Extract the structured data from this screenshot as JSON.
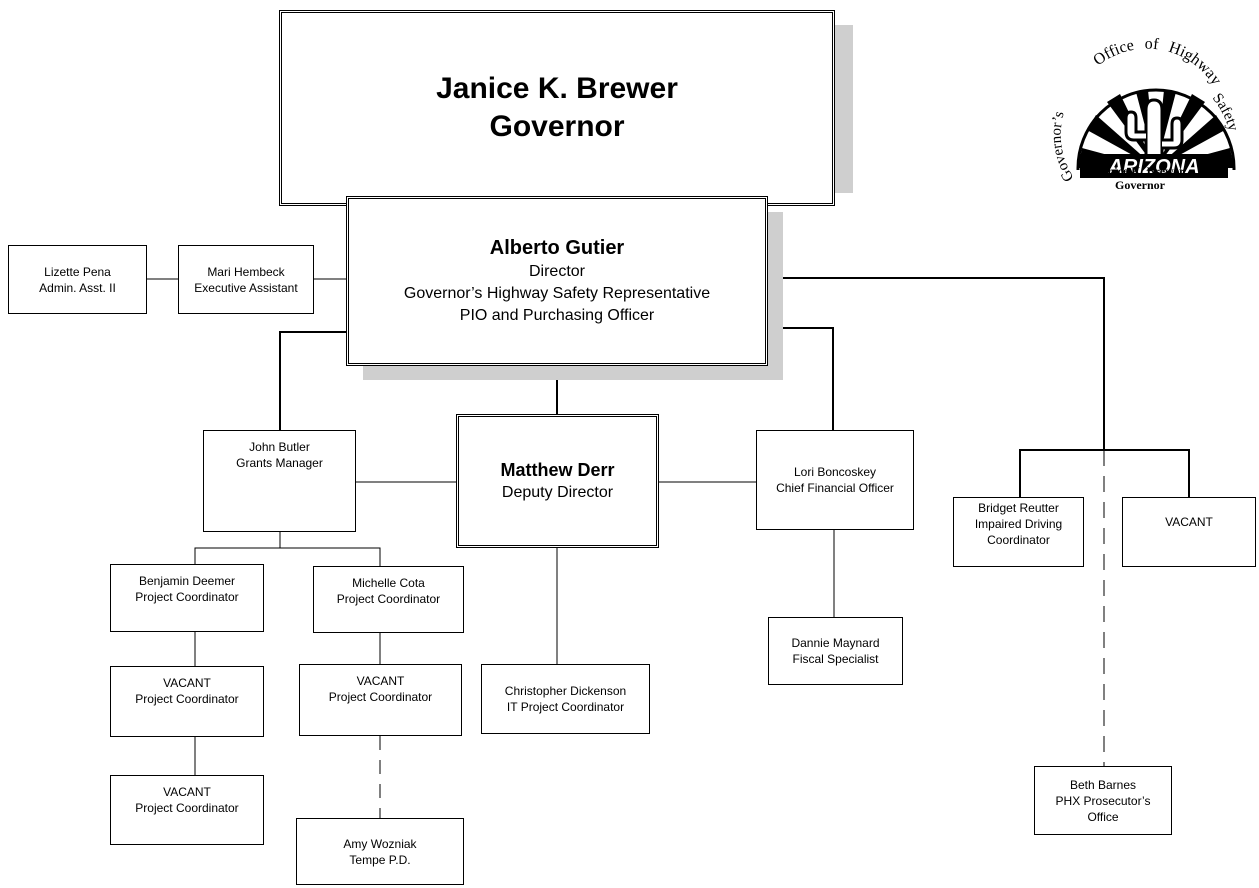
{
  "governor": {
    "name": "Janice K. Brewer",
    "title": "Governor"
  },
  "director": {
    "name": "Alberto Gutier",
    "lines": [
      "Director",
      "Governor’s Highway Safety Representative",
      "PIO and Purchasing Officer"
    ]
  },
  "deputy": {
    "name": "Matthew Derr",
    "title": "Deputy Director"
  },
  "staff": {
    "lizette": [
      "Lizette Pena",
      "Admin. Asst. II"
    ],
    "mari": [
      "Mari Hembeck",
      "Executive Assistant"
    ],
    "john": [
      "John Butler",
      "Grants Manager"
    ],
    "lori": [
      "Lori Boncoskey",
      "Chief Financial Officer"
    ],
    "benjamin": [
      "Benjamin Deemer",
      "Project Coordinator"
    ],
    "michelle": [
      "Michelle Cota",
      "Project Coordinator"
    ],
    "vacant_left_1": [
      "VACANT",
      "Project Coordinator"
    ],
    "vacant_left_2": [
      "VACANT",
      "Project Coordinator"
    ],
    "vacant_mid": [
      "VACANT",
      "Project Coordinator"
    ],
    "amy": [
      "Amy Wozniak",
      "Tempe P.D."
    ],
    "christopher": [
      "Christopher Dickenson",
      "IT Project Coordinator"
    ],
    "dannie": [
      "Dannie Maynard",
      "Fiscal Specialist"
    ],
    "bridget": [
      "Bridget Reutter",
      "Impaired Driving",
      "Coordinator"
    ],
    "vacant_right": [
      "VACANT"
    ],
    "beth": [
      "Beth Barnes",
      "PHX Prosecutor’s",
      "Office"
    ]
  },
  "seal": {
    "arc_left": "Governor’s",
    "arc_top_1": "Office",
    "arc_top_2": "of",
    "arc_top_3": "Highway",
    "arc_right": "Safety",
    "state": "ARIZONA",
    "caption": [
      "Janice K. Brewer",
      "Governor"
    ]
  },
  "colors": {
    "shadow": "#cfcfcf",
    "line": "#000000"
  }
}
